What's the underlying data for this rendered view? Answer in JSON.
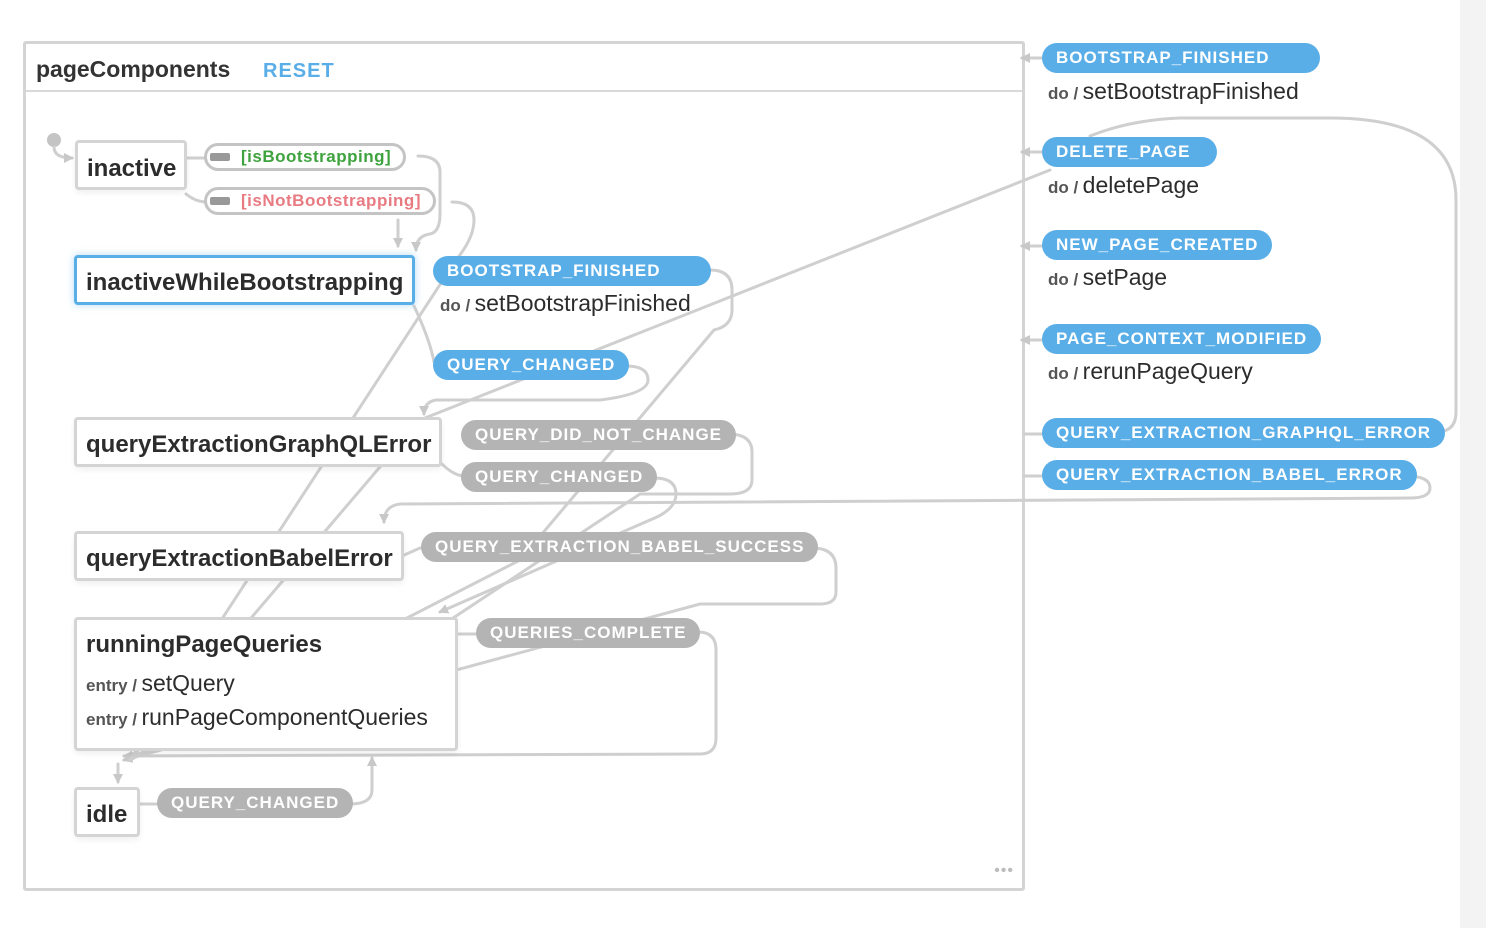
{
  "machine": {
    "name": "pageComponents",
    "reset_label": "RESET",
    "more_label": "•••"
  },
  "states": {
    "inactive": {
      "name": "inactive"
    },
    "inactive_while_bootstrapping": {
      "name": "inactiveWhileBootstrapping",
      "active": true
    },
    "query_extraction_graphql_error": {
      "name": "queryExtractionGraphQLError"
    },
    "query_extraction_babel_error": {
      "name": "queryExtractionBabelError"
    },
    "running_page_queries": {
      "name": "runningPageQueries",
      "entry_keyword": "entry /",
      "entry_actions": [
        "setQuery",
        "runPageComponentQueries"
      ]
    },
    "idle": {
      "name": "idle"
    }
  },
  "guards": {
    "is_bootstrapping": "[isBootstrapping]",
    "is_not_bootstrapping": "[isNotBootstrapping]"
  },
  "inner_transitions": {
    "bootstrap_finished": {
      "event": "BOOTSTRAP_FINISHED",
      "do_keyword": "do /",
      "action": "setBootstrapFinished"
    },
    "query_changed_from_bootstrapping": "QUERY_CHANGED",
    "query_did_not_change": "QUERY_DID_NOT_CHANGE",
    "query_changed_from_graphql_error": "QUERY_CHANGED",
    "query_extraction_babel_success": "QUERY_EXTRACTION_BABEL_SUCCESS",
    "queries_complete": "QUERIES_COMPLETE",
    "query_changed_from_idle": "QUERY_CHANGED"
  },
  "machine_events": [
    {
      "event": "BOOTSTRAP_FINISHED",
      "do_keyword": "do /",
      "action": "setBootstrapFinished"
    },
    {
      "event": "DELETE_PAGE",
      "do_keyword": "do /",
      "action": "deletePage"
    },
    {
      "event": "NEW_PAGE_CREATED",
      "do_keyword": "do /",
      "action": "setPage"
    },
    {
      "event": "PAGE_CONTEXT_MODIFIED",
      "do_keyword": "do /",
      "action": "rerunPageQuery"
    },
    {
      "event": "QUERY_EXTRACTION_GRAPHQL_ERROR"
    },
    {
      "event": "QUERY_EXTRACTION_BABEL_ERROR"
    }
  ],
  "colors": {
    "event_active": "#5aaee8",
    "event_inactive": "#b4b4b4",
    "edge": "#cfcfcf",
    "guard_true": "#3ea33e",
    "guard_false": "#e87a82"
  }
}
